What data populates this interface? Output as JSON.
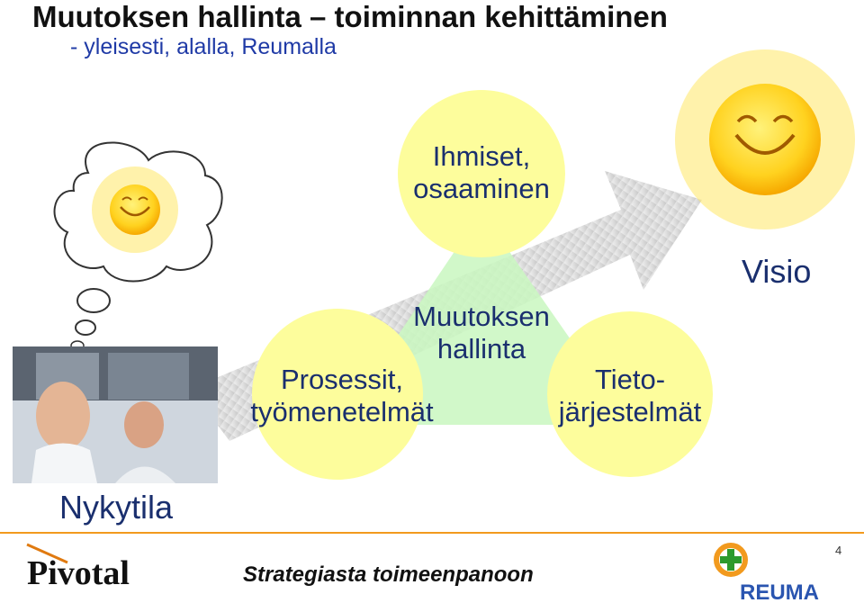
{
  "slide": {
    "title": "Muutoksen hallinta – toiminnan kehittäminen",
    "subtitle": "- yleisesti, alalla, Reumalla"
  },
  "diagram": {
    "top_circle": "Ihmiset,\nosaaminen",
    "center": "Muutoksen\nhallinta",
    "left_circle": "Prosessit,\ntyömenetelmät",
    "right_circle": "Tieto-\njärjestelmät",
    "current_state": "Nykytila",
    "vision": "Visio"
  },
  "footer": {
    "tagline": "Strategiasta toimeenpanoon",
    "page_number": "4",
    "left_logo_text": "Pivotal",
    "right_logo_text": "REUMA"
  },
  "colors": {
    "circle_yellow": "#fdfd9c",
    "triangle_green": "#c9f7c0",
    "arrow_gray": "#d0d0d0",
    "text_navy": "#1a2f6e",
    "footer_line": "#f29a1e"
  }
}
